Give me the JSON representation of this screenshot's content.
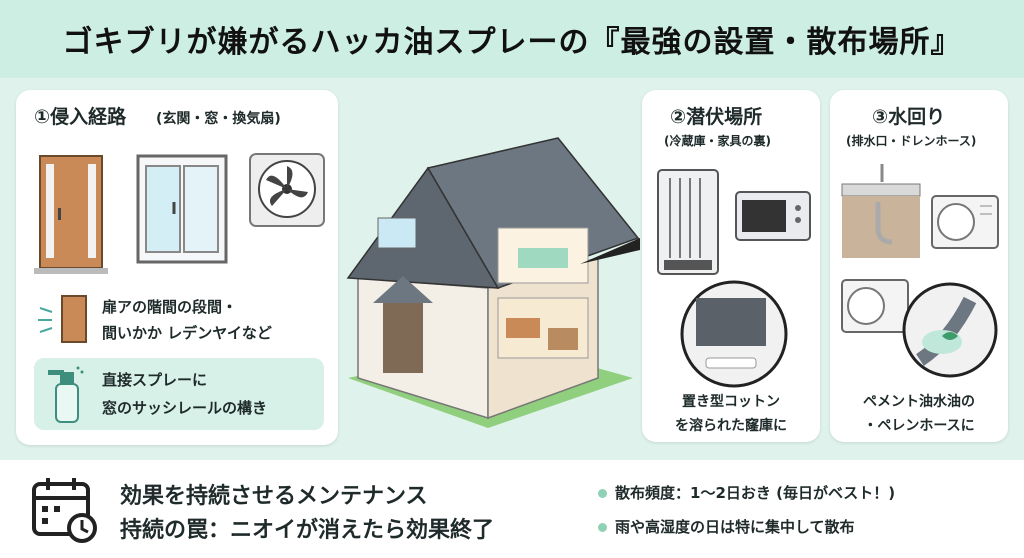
{
  "page_title": "ゴキブリが嫌がるハッカ油スプレーの『最強の設置・散布場所』",
  "section1": {
    "title": "①侵入経路",
    "subtitle": "(玄関・窓・換気扇)",
    "text_line1": "扉アの階間の段間・",
    "text_line2": "間いかか レデンヤイなど",
    "tip_line1": "直接スプレーに",
    "tip_line2": "窓のサッシレールの構き"
  },
  "section2": {
    "title": "②潜伏場所",
    "subtitle": "(冷蔵庫・家具の裏)",
    "caption_line1": "置き型コットン",
    "caption_line2": "を溶られた窿庫に"
  },
  "section3": {
    "title": "③水回り",
    "subtitle": "(排水口・ドレンホース)",
    "caption_line1": "ペメント油水油の",
    "caption_line2": "・ペレンホースに"
  },
  "maintenance": {
    "title": "効果を持続させるメンテナンス",
    "subtitle": "持続の罠：ニオイが消えたら効果終了",
    "bullets": [
      "散布頻度：1〜2日おき (毎日がベスト！)",
      "雨や高湿度の日は特に集中して散布"
    ]
  },
  "icons": [
    "door-icon",
    "window-icon",
    "ventilation-fan-icon",
    "spray-bottle-icon",
    "refrigerator-icon",
    "microwave-icon",
    "sink-icon",
    "air-conditioner-icon",
    "calendar-clock-icon",
    "house-illustration"
  ],
  "colors": {
    "background": "#dff3ec",
    "header": "#cdeee2",
    "accent": "#8fd1b6",
    "tip_bg": "#d7f1e8"
  }
}
